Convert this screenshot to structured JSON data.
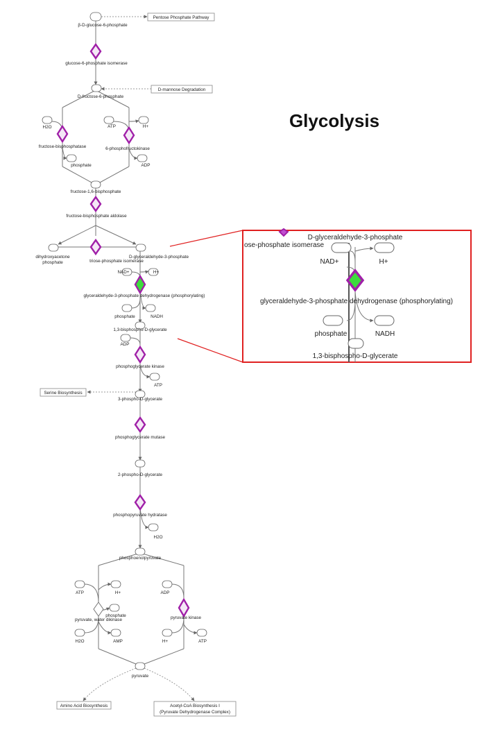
{
  "title": "Glycolysis",
  "colors": {
    "enzyme_stroke": "#a020a8",
    "enzyme_fill_active": "#3ddc3d",
    "zoom_border": "#e02020",
    "line": "#777777",
    "dashed": "#999999"
  },
  "pathways": {
    "pentose": "Pentose Phosphate Pathway",
    "mannose": "D-mannose Degradation",
    "serine": "Serine Biosynthesis",
    "amino": "Amino Acid Biosynthesis",
    "acetyl1": "Acetyl-CoA Biosynthesis I",
    "acetyl2": "(Pyruvate Dehydrogenase Complex)"
  },
  "metabolites": {
    "bdg6p": "β-D-glucose-6-phosphate",
    "f6p": "D-fructose-6-phosphate",
    "h2o_1": "H2O",
    "atp_1": "ATP",
    "h_1": "H+",
    "phosphate_1": "phosphate",
    "adp_1": "ADP",
    "fbp": "fructose-1,6-bisphosphate",
    "dhap": "dihydroxyacetone phosphate",
    "g3p": "D-glyceraldehyde-3-phosphate",
    "nad": "NAD+",
    "h_2": "H+",
    "phosphate_2": "phosphate",
    "nadh": "NADH",
    "bpg": "1,3-bisphospho-D-glycerate",
    "adp_2": "ADP",
    "atp_2": "ATP",
    "pg3": "3-phospho-D-glycerate",
    "pg2": "2-phospho-D-glycerate",
    "h2o_2": "H2O",
    "pep": "phosphoenolpyruvate",
    "atp_3": "ATP",
    "h_3": "H+",
    "phosphate_3": "phosphate",
    "h2o_3": "H2O",
    "amp": "AMP",
    "adp_3": "ADP",
    "h_4": "H+",
    "atp_4": "ATP",
    "pyruvate": "pyruvate"
  },
  "enzymes": {
    "gpi": "glucose-6-phosphate isomerase",
    "fbpase": "fructose-bisphosphatase",
    "pfk": "6-phosphofructokinase",
    "aldolase": "fructose-bisphosphate aldolase",
    "tpi": "triose-phosphate isomerase",
    "gapdh": "glyceraldehyde-3-phosphate dehydrogenase (phosphorylating)",
    "pgk": "phosphoglycerate kinase",
    "pgm": "phosphoglycerate mutase",
    "eno": "phosphopyruvate hydratase",
    "ppdk": "pyruvate, water dikinase",
    "pk": "pyruvate kinase"
  },
  "zoom": {
    "g3p": "D-glyceraldehyde-3-phosphate",
    "tpi_partial": "ose-phosphate isomerase",
    "nad": "NAD+",
    "h": "H+",
    "gapdh": "glyceraldehyde-3-phosphate dehydrogenase (phosphorylating)",
    "phosphate": "phosphate",
    "nadh": "NADH",
    "bpg": "1,3-bisphospho-D-glycerate"
  }
}
